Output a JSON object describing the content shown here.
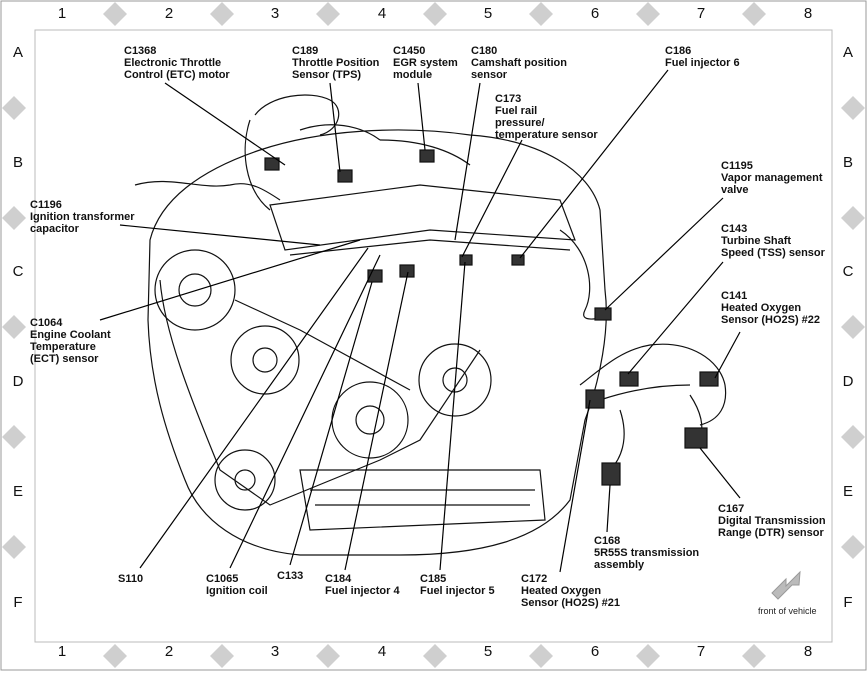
{
  "grid": {
    "columns": [
      "1",
      "2",
      "3",
      "4",
      "5",
      "6",
      "7",
      "8"
    ],
    "rows": [
      "A",
      "B",
      "C",
      "D",
      "E",
      "F"
    ]
  },
  "labels": {
    "c1368": [
      "C1368",
      "Electronic Throttle",
      "Control (ETC) motor"
    ],
    "c189": [
      "C189",
      "Throttle Position",
      "Sensor (TPS)"
    ],
    "c1450": [
      "C1450",
      "EGR system",
      "module"
    ],
    "c180": [
      "C180",
      "Camshaft position",
      "sensor"
    ],
    "c186": [
      "C186",
      "Fuel injector 6"
    ],
    "c173": [
      "C173",
      "Fuel rail",
      "pressure/",
      "temperature sensor"
    ],
    "c1195": [
      "C1195",
      "Vapor management",
      "valve"
    ],
    "c1196": [
      "C1196",
      "Ignition transformer",
      "capacitor"
    ],
    "c143": [
      "C143",
      "Turbine Shaft",
      "Speed (TSS) sensor"
    ],
    "c1064": [
      "C1064",
      "Engine Coolant",
      "Temperature",
      "(ECT) sensor"
    ],
    "c141": [
      "C141",
      "Heated Oxygen",
      "Sensor (HO2S) #22"
    ],
    "c167": [
      "C167",
      "Digital Transmission",
      "Range (DTR) sensor"
    ],
    "c168": [
      "C168",
      "5R55S transmission",
      "assembly"
    ],
    "s110": [
      "S110"
    ],
    "c1065": [
      "C1065",
      "Ignition coil"
    ],
    "c133": [
      "C133"
    ],
    "c184": [
      "C184",
      "Fuel injector 4"
    ],
    "c185": [
      "C185",
      "Fuel injector 5"
    ],
    "c172": [
      "C172",
      "Heated Oxygen",
      "Sensor (HO2S) #21"
    ]
  },
  "orientation_note": "front of vehicle",
  "colors": {
    "border_diamond": "#cccccc",
    "line": "#000000",
    "background": "#ffffff"
  }
}
